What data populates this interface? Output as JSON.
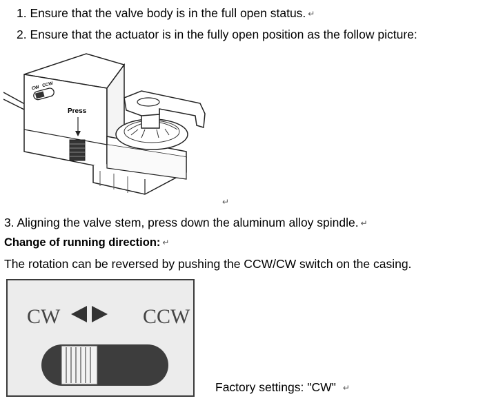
{
  "steps": [
    "1. Ensure that the valve body is in the full open status.",
    "2. Ensure that the actuator is in the fully open position  as the follow picture:",
    "3. Aligning  the valve stem, press down the aluminum  alloy spindle."
  ],
  "return_mark": "↵",
  "diagram": {
    "switch_label_cw": "CW",
    "switch_label_ccw": "CCW",
    "press_label": "Press"
  },
  "section_heading": "Change of running direction:",
  "rotation_text": "The rotation  can be reversed by pushing  the CCW/CW switch on the casing.",
  "switch_panel": {
    "cw_label": "CW",
    "ccw_label": "CCW",
    "arrow_left_icon": "triangle-left-icon",
    "arrow_right_icon": "triangle-right-icon"
  },
  "factory_settings": "Factory settings:  \"CW\""
}
